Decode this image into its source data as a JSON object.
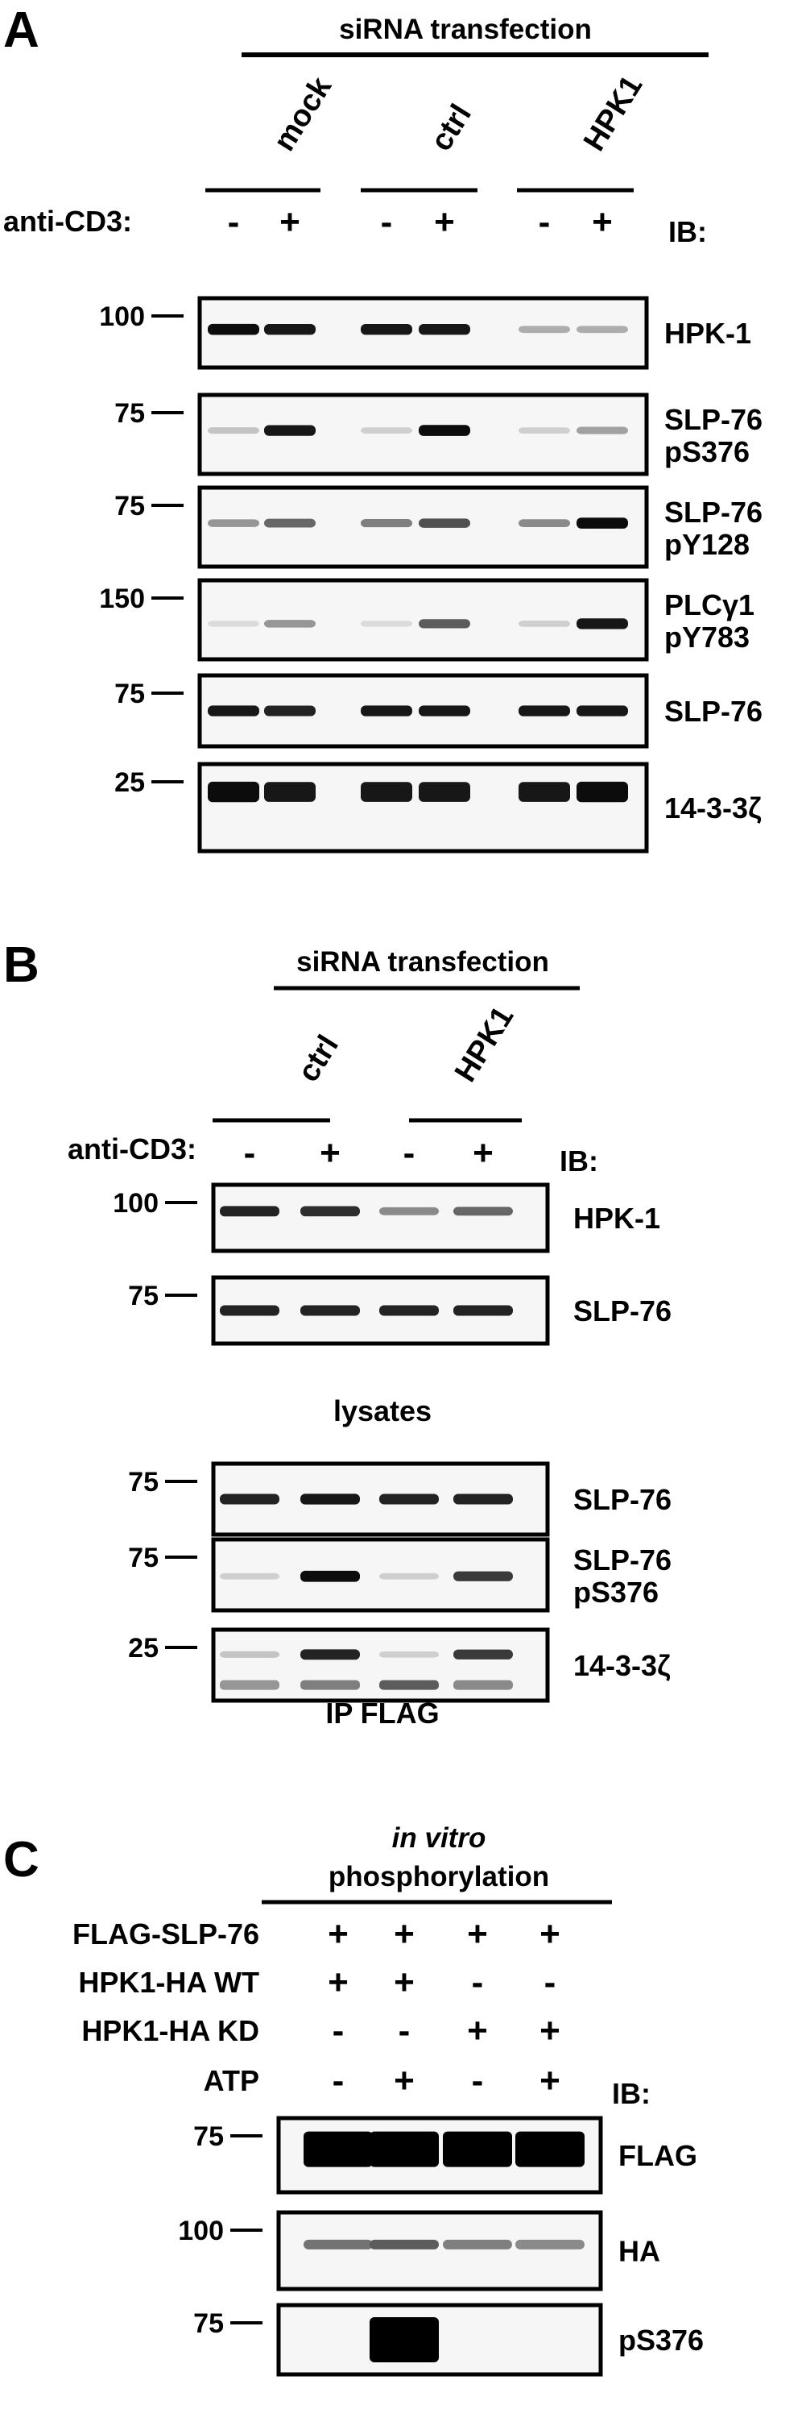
{
  "panelA": {
    "letter": "A",
    "header": "siRNA transfection",
    "lanes": [
      "mock",
      "ctrl",
      "HPK1"
    ],
    "treatment_label": "anti-CD3:",
    "signs": [
      "-",
      "+",
      "-",
      "+",
      "-",
      "+"
    ],
    "ib_label": "IB:",
    "blots": [
      {
        "mw": "100",
        "labels": [
          "HPK-1"
        ],
        "intensity": [
          0.95,
          0.9,
          0.9,
          0.9,
          0.25,
          0.25
        ]
      },
      {
        "mw": "75",
        "labels": [
          "SLP-76",
          "pS376"
        ],
        "intensity": [
          0.15,
          0.9,
          0.1,
          0.95,
          0.1,
          0.3
        ]
      },
      {
        "mw": "75",
        "labels": [
          "SLP-76",
          "pY128"
        ],
        "intensity": [
          0.35,
          0.55,
          0.45,
          0.65,
          0.4,
          0.95
        ]
      },
      {
        "mw": "150",
        "labels": [
          "PLCγ1",
          "pY783"
        ],
        "intensity": [
          0.05,
          0.35,
          0.05,
          0.6,
          0.1,
          0.9
        ]
      },
      {
        "mw": "75",
        "labels": [
          "SLP-76"
        ],
        "intensity": [
          0.9,
          0.85,
          0.9,
          0.9,
          0.9,
          0.9
        ]
      },
      {
        "mw": "25",
        "labels": [
          "14-3-3ζ"
        ],
        "intensity": [
          0.95,
          0.9,
          0.9,
          0.9,
          0.9,
          0.95
        ]
      }
    ]
  },
  "panelB": {
    "letter": "B",
    "header": "siRNA transfection",
    "lanes": [
      "ctrl",
      "HPK1"
    ],
    "treatment_label": "anti-CD3:",
    "signs": [
      "-",
      "+",
      "-",
      "+"
    ],
    "ib_label": "IB:",
    "lysates_caption": "lysates",
    "ip_caption": "IP FLAG",
    "blots": [
      {
        "mw": "100",
        "labels": [
          "HPK-1"
        ],
        "intensity": [
          0.85,
          0.8,
          0.4,
          0.55
        ]
      },
      {
        "mw": "75",
        "labels": [
          "SLP-76"
        ],
        "intensity": [
          0.85,
          0.85,
          0.85,
          0.85
        ]
      },
      {
        "mw": "75",
        "labels": [
          "SLP-76"
        ],
        "intensity": [
          0.85,
          0.9,
          0.85,
          0.85
        ]
      },
      {
        "mw": "75",
        "labels": [
          "SLP-76",
          "pS376"
        ],
        "intensity": [
          0.1,
          0.95,
          0.1,
          0.75
        ]
      },
      {
        "mw": "25",
        "labels": [
          "14-3-3ζ"
        ],
        "intensity": [
          0.15,
          0.85,
          0.1,
          0.75
        ]
      }
    ]
  },
  "panelC": {
    "letter": "C",
    "header_italic": "in vitro",
    "header": "phosphorylation",
    "ib_label": "IB:",
    "rows": [
      {
        "label": "FLAG-SLP-76",
        "signs": [
          "+",
          "+",
          "+",
          "+"
        ]
      },
      {
        "label": "HPK1-HA WT",
        "signs": [
          "+",
          "+",
          "-",
          "-"
        ]
      },
      {
        "label": "HPK1-HA KD",
        "signs": [
          "-",
          "-",
          "+",
          "+"
        ]
      },
      {
        "label": "ATP",
        "signs": [
          "-",
          "+",
          "-",
          "+"
        ]
      }
    ],
    "blots": [
      {
        "mw": "75",
        "labels": [
          "FLAG"
        ],
        "intensity": [
          1.0,
          1.0,
          1.0,
          1.0
        ]
      },
      {
        "mw": "100",
        "labels": [
          "HA"
        ],
        "intensity": [
          0.5,
          0.6,
          0.45,
          0.4
        ]
      },
      {
        "mw": "75",
        "labels": [
          "pS376"
        ],
        "intensity": [
          0.0,
          1.0,
          0.0,
          0.0
        ]
      }
    ]
  }
}
